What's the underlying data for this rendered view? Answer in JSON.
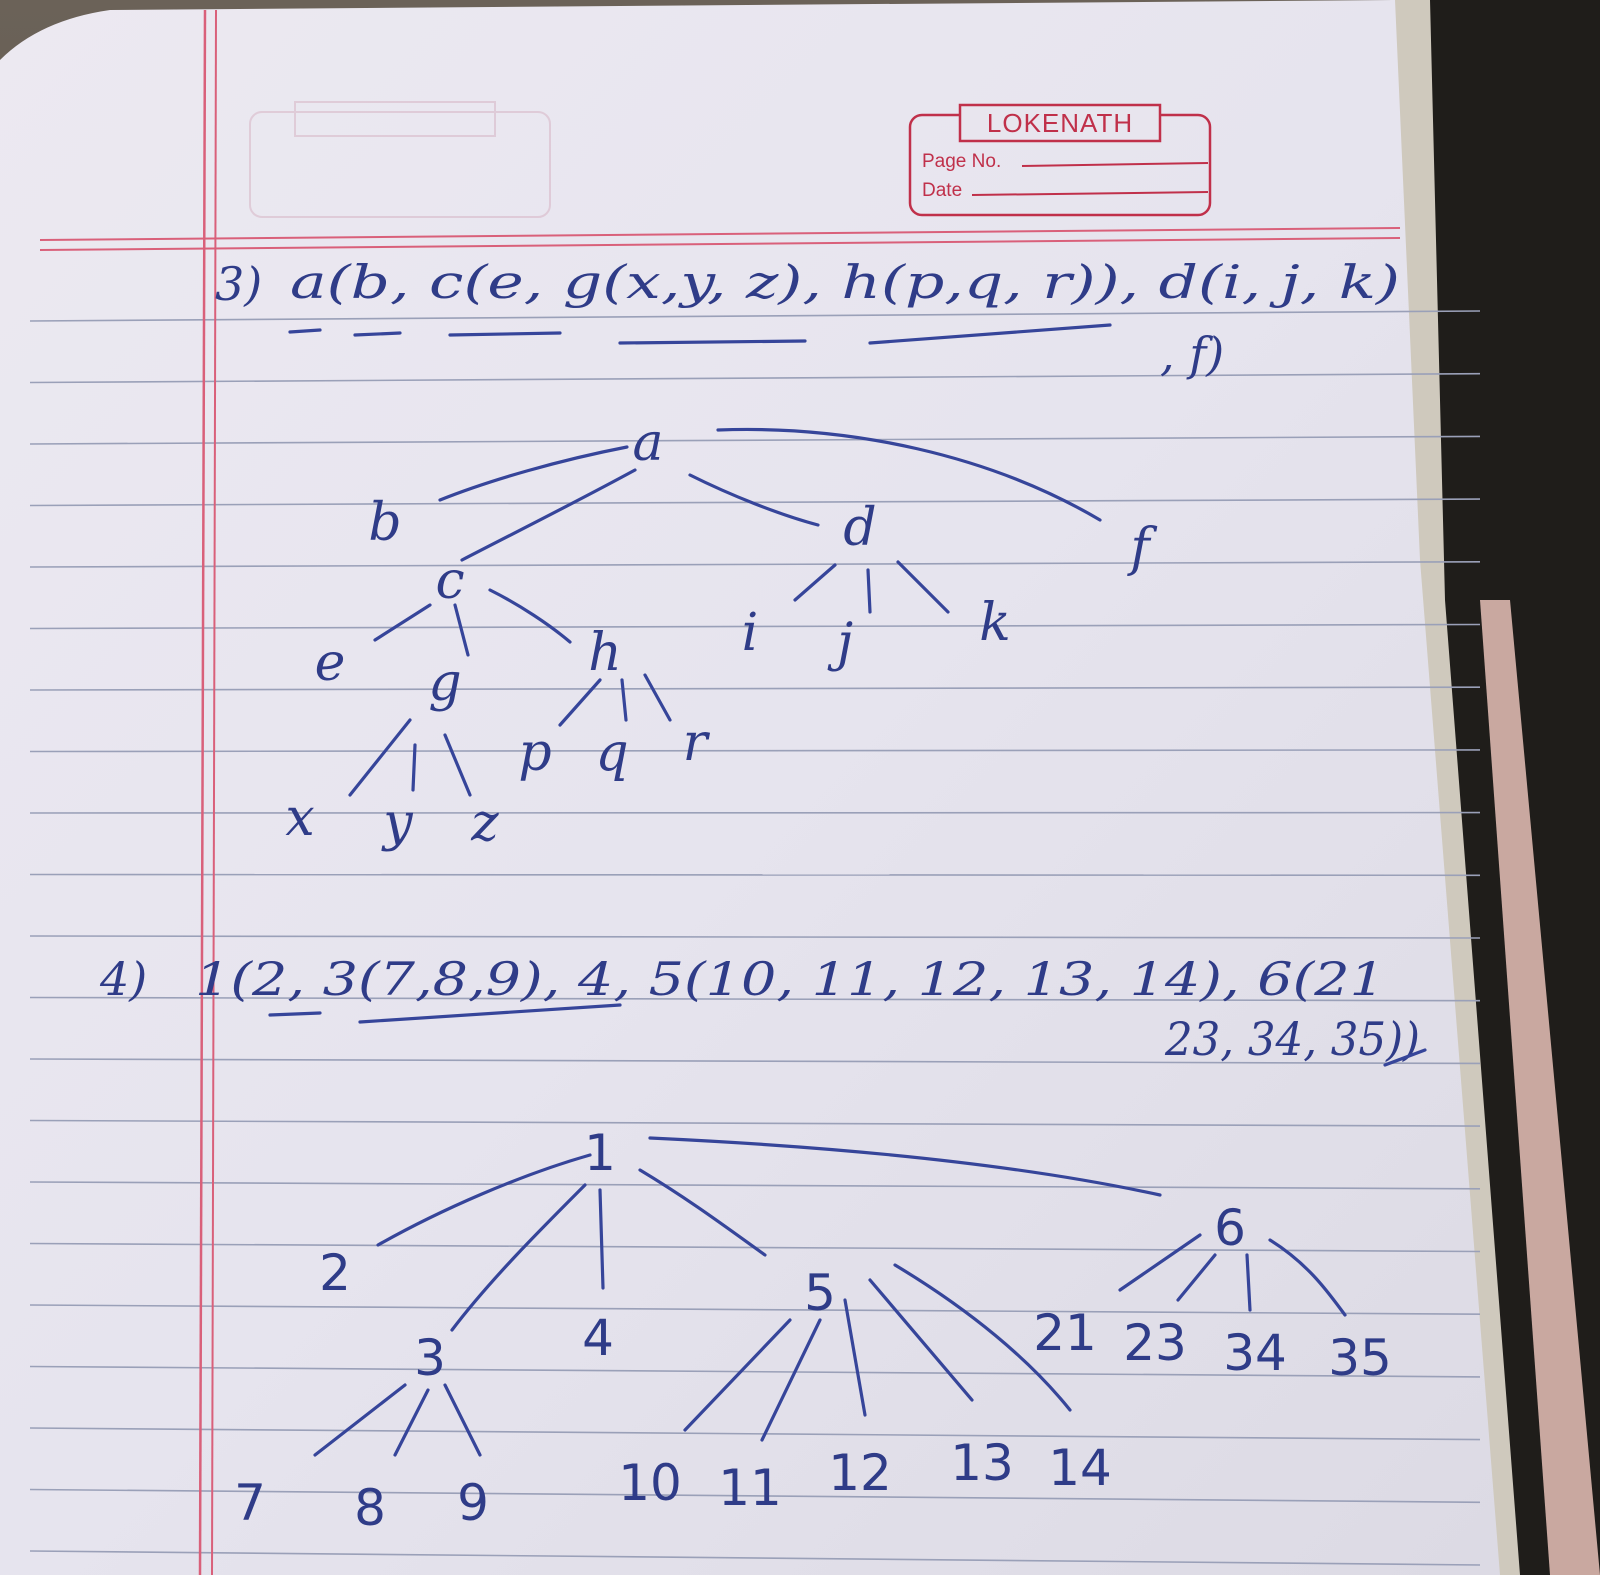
{
  "stamp": {
    "brand": "LOKENATH",
    "page_no_label": "Page No.",
    "date_label": "Date"
  },
  "problem3": {
    "number": "3)",
    "expression_line1": "a(b, c(e, g(x,y, z), h(p,q, r)), d(i, j, k)",
    "expression_line2": ", f)",
    "tree": {
      "root": "a",
      "children_of_root": [
        "b",
        "c",
        "d",
        "f"
      ],
      "children_of_c": [
        "e",
        "g",
        "h"
      ],
      "children_of_g": [
        "x",
        "y",
        "z"
      ],
      "children_of_h": [
        "p",
        "q",
        "r"
      ],
      "children_of_d": [
        "i",
        "j",
        "k"
      ]
    }
  },
  "problem4": {
    "number": "4)",
    "expression_line1": "1(2, 3(7,8,9), 4, 5(10, 11, 12, 13, 14), 6(21",
    "expression_line2": "23, 34, 35))",
    "tree": {
      "root": "1",
      "children_of_root": [
        "2",
        "3",
        "4",
        "5",
        "6"
      ],
      "children_of_3": [
        "7",
        "8",
        "9"
      ],
      "children_of_5": [
        "10",
        "11",
        "12",
        "13",
        "14"
      ],
      "children_of_6": [
        "21",
        "23",
        "34",
        "35"
      ]
    }
  },
  "colors": {
    "ink": "#2f3c88",
    "margin_red": "#d9607a",
    "rule_line": "#9aa0b8",
    "paper": "#e7e5ee"
  }
}
